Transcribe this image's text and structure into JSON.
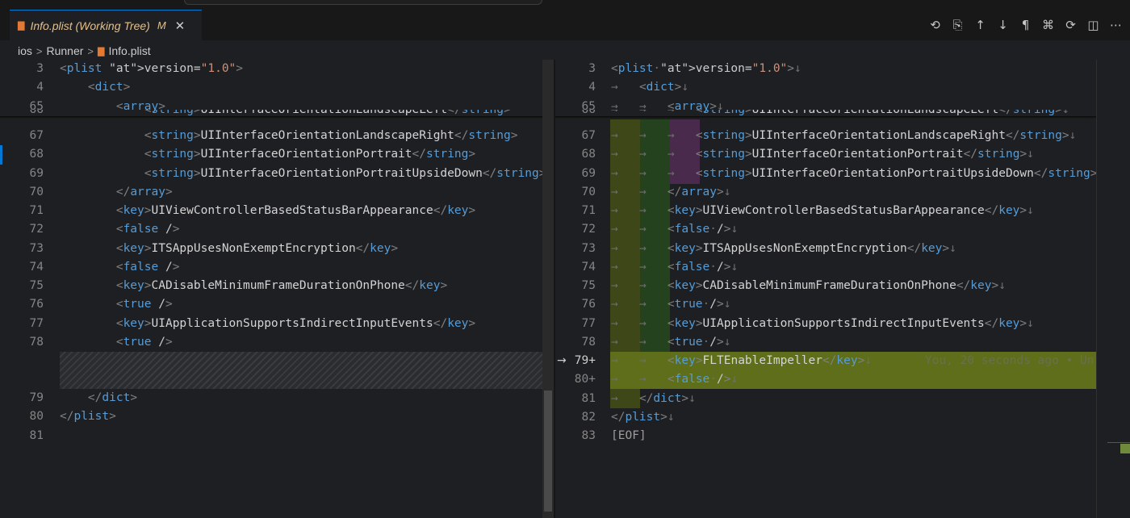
{
  "tab": {
    "title": "Info.plist (Working Tree)",
    "modified": "M",
    "close": "✕"
  },
  "actions": [
    "⟲",
    "⎘",
    "↑",
    "↓",
    "¶",
    "⌘",
    "⟳",
    "◫",
    "⋯"
  ],
  "breadcrumb": {
    "parts": [
      "ios",
      "Runner",
      "Info.plist"
    ],
    "separator": ">"
  },
  "left": {
    "sticky": [
      {
        "n": "3",
        "code": "<plist version=\"1.0\">"
      },
      {
        "n": "4",
        "code": "    <dict>"
      },
      {
        "n": "65",
        "code": "        <array>"
      }
    ],
    "partial": {
      "n": "66",
      "code": "            <string>UIInterfaceOrientationLandscapeLeft</string>"
    },
    "lines": [
      {
        "n": "67",
        "code": "            <string>UIInterfaceOrientationLandscapeRight</string>"
      },
      {
        "n": "68",
        "code": "            <string>UIInterfaceOrientationPortrait</string>"
      },
      {
        "n": "69",
        "code": "            <string>UIInterfaceOrientationPortraitUpsideDown</string>"
      },
      {
        "n": "70",
        "code": "        </array>"
      },
      {
        "n": "71",
        "code": "        <key>UIViewControllerBasedStatusBarAppearance</key>"
      },
      {
        "n": "72",
        "code": "        <false />"
      },
      {
        "n": "73",
        "code": "        <key>ITSAppUsesNonExemptEncryption</key>"
      },
      {
        "n": "74",
        "code": "        <false />"
      },
      {
        "n": "75",
        "code": "        <key>CADisableMinimumFrameDurationOnPhone</key>"
      },
      {
        "n": "76",
        "code": "        <true />"
      },
      {
        "n": "77",
        "code": "        <key>UIApplicationSupportsIndirectInputEvents</key>"
      },
      {
        "n": "78",
        "code": "        <true />"
      }
    ],
    "after": [
      {
        "n": "79",
        "code": "    </dict>"
      },
      {
        "n": "80",
        "code": "</plist>"
      },
      {
        "n": "81",
        "code": ""
      }
    ]
  },
  "right": {
    "sticky": [
      {
        "n": "3",
        "code": "<plist·version=\"1.0\">↓"
      },
      {
        "n": "4",
        "code": "→   <dict>↓"
      },
      {
        "n": "65",
        "code": "→   →   <array>↓"
      }
    ],
    "partial": {
      "n": "66",
      "code": "→   →   →   <string>UIInterfaceOrientationLandscapeLeft</string>↓"
    },
    "lines": [
      {
        "n": "67",
        "code": "→   →   →   <string>UIInterfaceOrientationLandscapeRight</string>↓"
      },
      {
        "n": "68",
        "code": "→   →   →   <string>UIInterfaceOrientationPortrait</string>↓"
      },
      {
        "n": "69",
        "code": "→   →   →   <string>UIInterfaceOrientationPortraitUpsideDown</string>↓"
      },
      {
        "n": "70",
        "code": "→   →   </array>↓"
      },
      {
        "n": "71",
        "code": "→   →   <key>UIViewControllerBasedStatusBarAppearance</key>↓"
      },
      {
        "n": "72",
        "code": "→   →   <false·/>↓"
      },
      {
        "n": "73",
        "code": "→   →   <key>ITSAppUsesNonExemptEncryption</key>↓"
      },
      {
        "n": "74",
        "code": "→   →   <false·/>↓"
      },
      {
        "n": "75",
        "code": "→   →   <key>CADisableMinimumFrameDurationOnPhone</key>↓"
      },
      {
        "n": "76",
        "code": "→   →   <true·/>↓"
      },
      {
        "n": "77",
        "code": "→   →   <key>UIApplicationSupportsIndirectInputEvents</key>↓"
      },
      {
        "n": "78",
        "code": "→   →   <true·/>↓"
      },
      {
        "n": "79+",
        "code": "→   →   <key>FLTEnableImpeller</key>↓"
      },
      {
        "n": "80+",
        "code": "→   →   <false·/>↓"
      },
      {
        "n": "81",
        "code": "→   </dict>↓"
      },
      {
        "n": "82",
        "code": "</plist>↓"
      },
      {
        "n": "83",
        "code": "[EOF]"
      }
    ],
    "blame": "You, 20 seconds ago • Un",
    "current_arrow": "→"
  },
  "colors": {
    "accent": "#0078d4",
    "modified": "#e2c08d",
    "added_line": "#5e6e1a",
    "tag": "#569cd6",
    "attr": "#9cdcfe",
    "string": "#ce9178"
  }
}
